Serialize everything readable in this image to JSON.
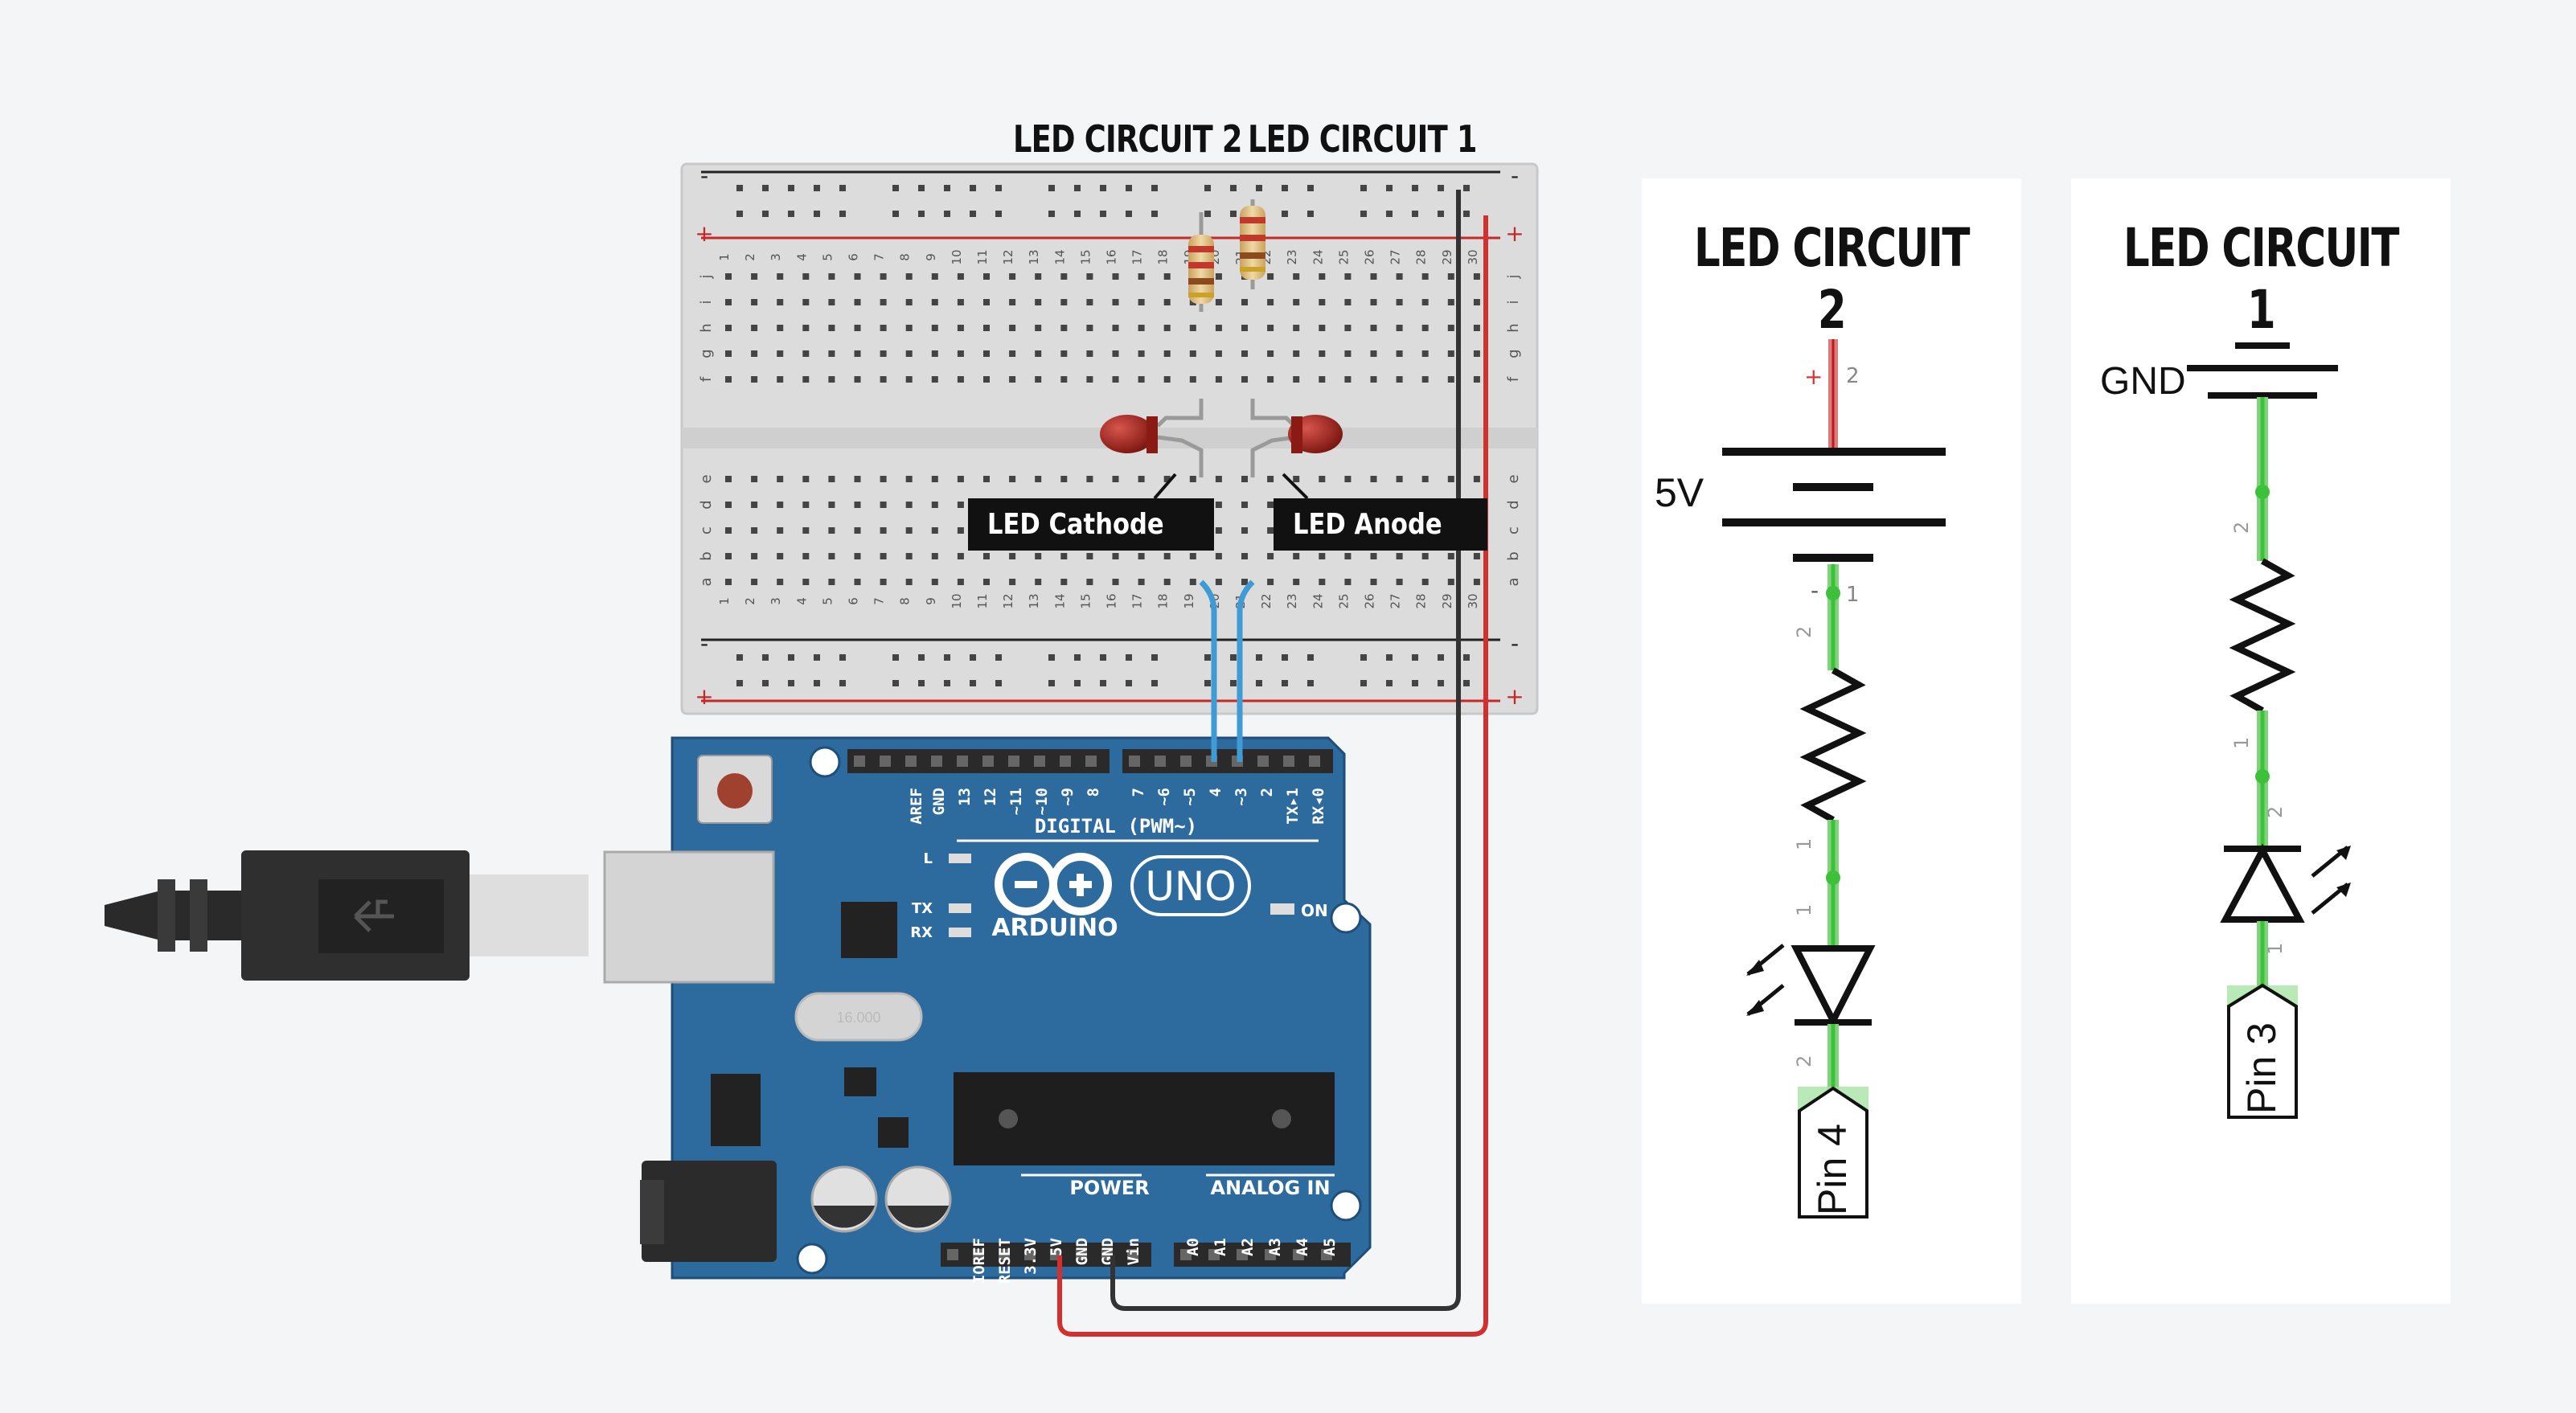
{
  "labels": {
    "top_circuit2": "LED CIRCUIT 2",
    "top_circuit1": "LED CIRCUIT 1",
    "cathode": "LED Cathode",
    "anode": "LED Anode"
  },
  "panels": {
    "circuit2": {
      "title": "LED CIRCUIT 2",
      "supply_label": "5V",
      "plus_mark": "+",
      "minus_mark": "-",
      "pin_numbers": [
        "2",
        "1",
        "2",
        "1",
        "1",
        "2"
      ],
      "pin_label": "Pin 4"
    },
    "circuit1": {
      "title": "LED CIRCUIT 1",
      "ground_label": "GND",
      "pin_numbers": [
        "2",
        "1",
        "2",
        "1"
      ],
      "pin_label": "Pin 3"
    }
  },
  "breadboard": {
    "rail_minus": "-",
    "rail_plus": "+",
    "row_letters_top": [
      "j",
      "i",
      "h",
      "g",
      "f"
    ],
    "row_letters_bottom": [
      "e",
      "d",
      "c",
      "b",
      "a"
    ],
    "columns": 30
  },
  "arduino": {
    "brand": "ARDUINO",
    "model": "UNO",
    "digital_label": "DIGITAL (PWM~)",
    "power_label": "POWER",
    "analog_label": "ANALOG IN",
    "on_label": "ON",
    "led_labels": [
      "L",
      "TX",
      "RX"
    ],
    "digital_pins": [
      "AREF",
      "GND",
      "13",
      "12",
      "~11",
      "~10",
      "~9",
      "8",
      "7",
      "~6",
      "~5",
      "4",
      "~3",
      "2",
      "TX▸1",
      "RX◂0"
    ],
    "power_pins": [
      "IOREF",
      "RESET",
      "3.3V",
      "5V",
      "GND",
      "GND",
      "Vin"
    ],
    "analog_pins": [
      "A0",
      "A1",
      "A2",
      "A3",
      "A4",
      "A5"
    ],
    "crystal_text": "16.000"
  },
  "colors": {
    "board_blue": "#2d6a9e",
    "wire_red": "#d32f2f",
    "wire_black": "#333333",
    "wire_blue": "#3e9bd6",
    "schematic_green": "#3ec13a",
    "led_red": "#a8201a"
  }
}
